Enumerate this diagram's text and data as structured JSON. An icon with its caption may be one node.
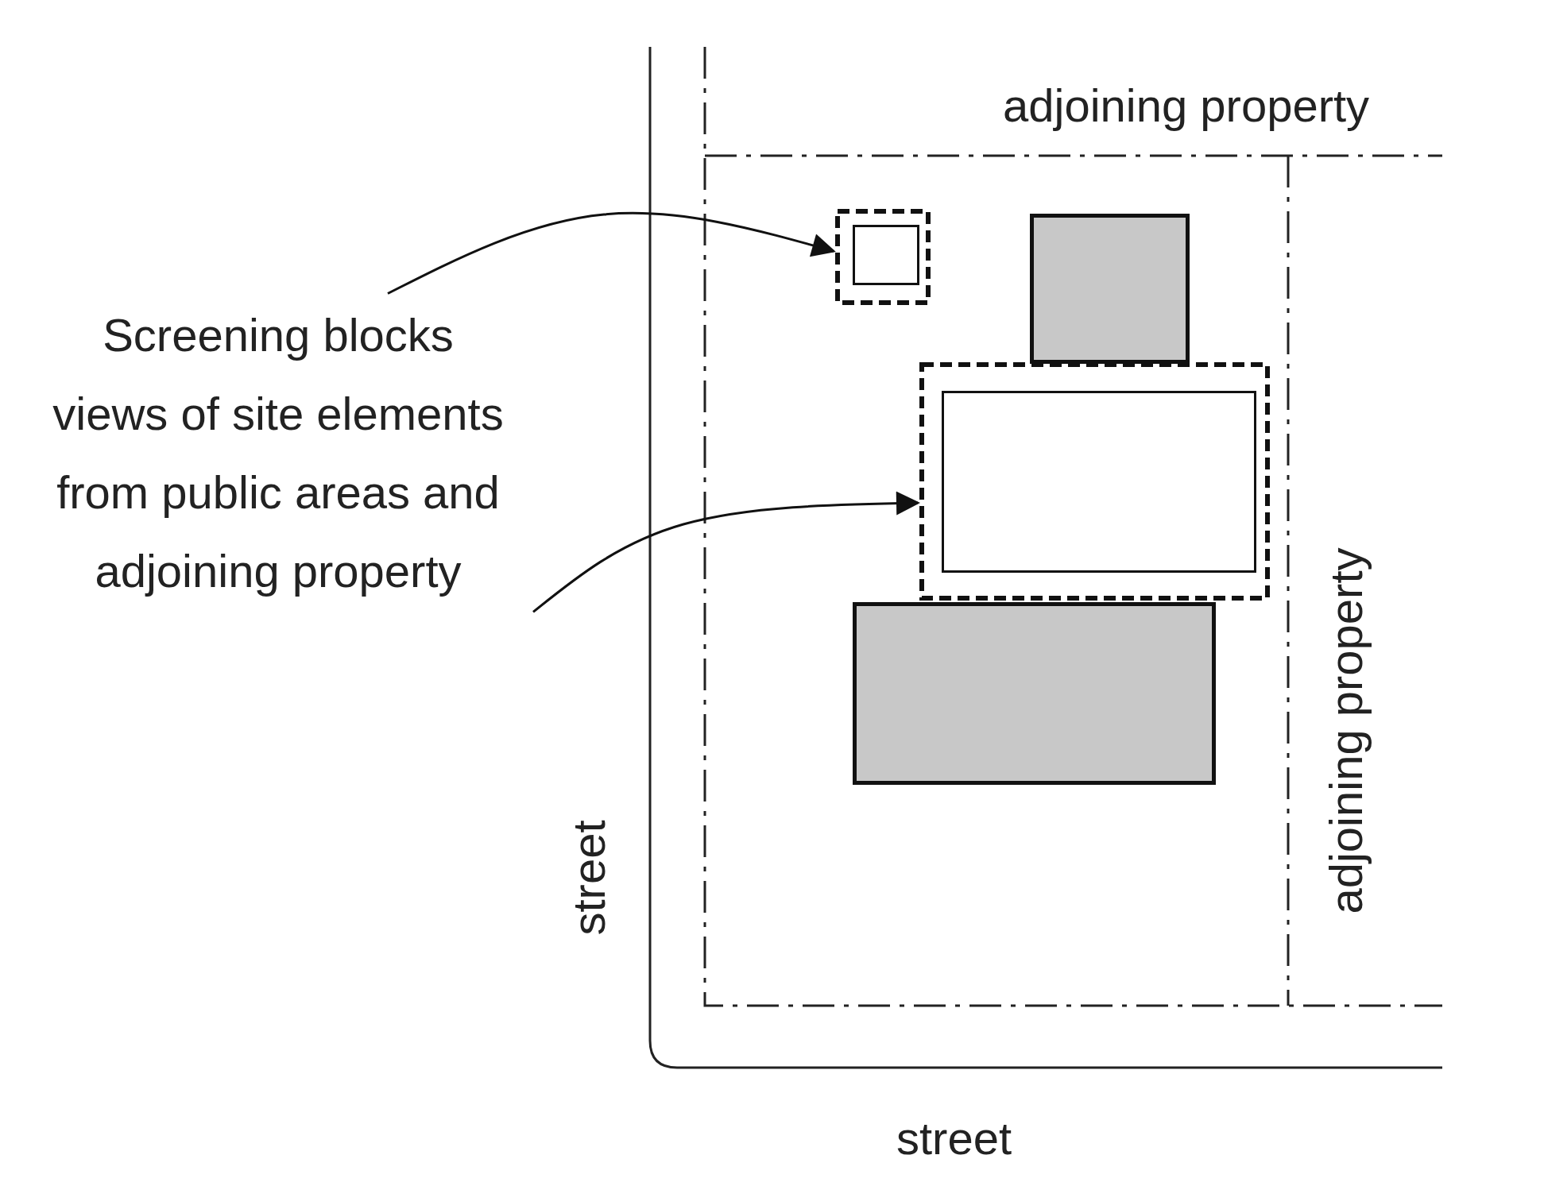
{
  "diagram": {
    "nodes": [
      {
        "text": [
          "Screening blocks views of site elements from public areas and adjoining property"
        ]
      },
      {
        "text": [],
        "shape": "box"
      },
      {
        "text": [],
        "shape": "box",
        "in": 1
      },
      {
        "text": [],
        "shape": "box"
      },
      {
        "text": [],
        "shape": "box"
      },
      {
        "text": [],
        "shape": "box",
        "in": 4
      },
      {
        "text": [],
        "shape": "box"
      }
    ],
    "edges": [
      {
        "from": 0,
        "to": 1,
        "arrow": "to"
      },
      {
        "from": 0,
        "to": 4,
        "arrow": "to"
      }
    ],
    "labels": [
      "adjoining property",
      "street",
      "adjoining property",
      "street"
    ]
  }
}
